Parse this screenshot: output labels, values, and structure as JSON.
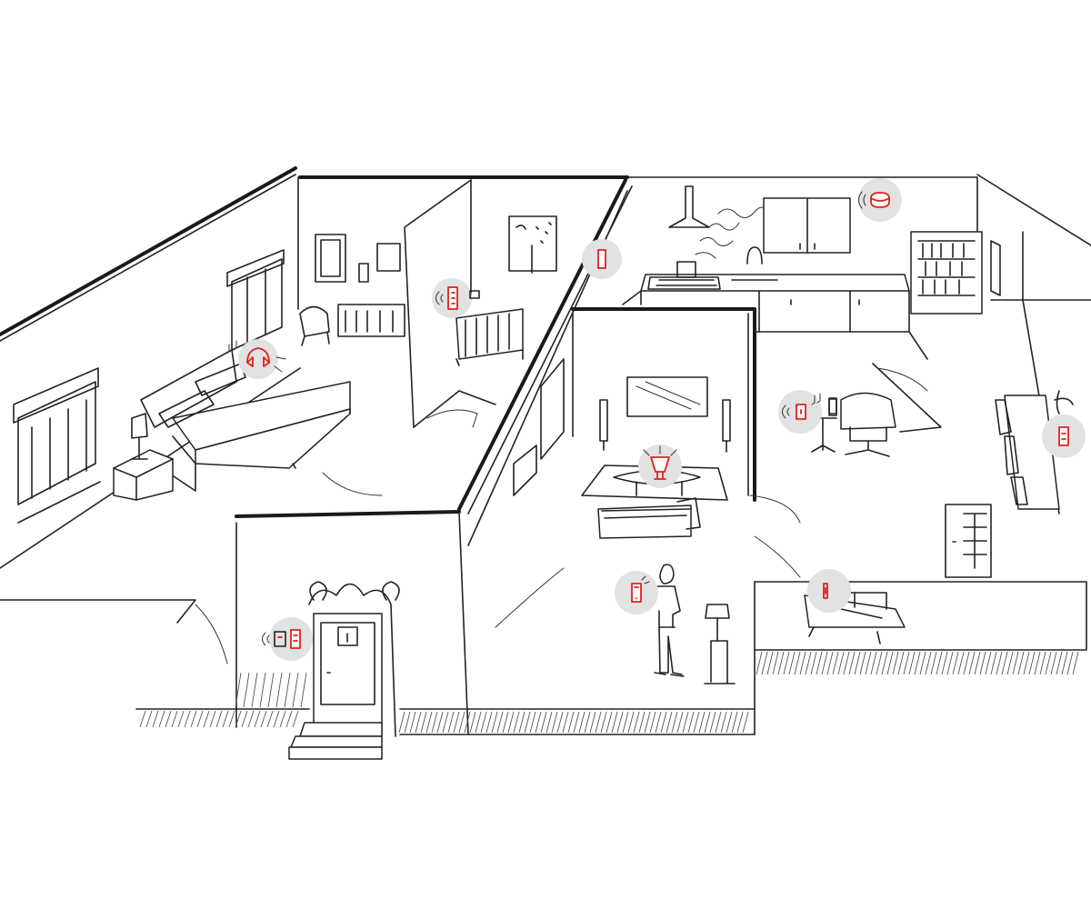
{
  "scene": {
    "style": "hand-sketched isometric smart-home cutaway",
    "colors": {
      "line": "#222222",
      "accent": "#e0201b",
      "device_bubble": "#e2e2e2",
      "background": "#ffffff"
    }
  },
  "rooms": [
    "bedroom",
    "nursery",
    "kitchen",
    "living-room",
    "dining-area",
    "entrance",
    "terrace"
  ],
  "devices": [
    {
      "icon": "smart-speaker-icon",
      "room": "bedroom"
    },
    {
      "icon": "baby-monitor-icon",
      "room": "nursery"
    },
    {
      "icon": "door-sensor-icon",
      "room": "hallway"
    },
    {
      "icon": "smoke-detector-icon",
      "room": "kitchen"
    },
    {
      "icon": "smart-plug-icon",
      "room": "living-room"
    },
    {
      "icon": "smart-lamp-icon",
      "room": "living-room"
    },
    {
      "icon": "smartphone-app-icon",
      "room": "living-room"
    },
    {
      "icon": "smart-socket-icon",
      "room": "dining-area"
    },
    {
      "icon": "doorbell-intercom-icon",
      "room": "entrance"
    },
    {
      "icon": "wearable-sensor-icon",
      "room": "terrace"
    }
  ]
}
